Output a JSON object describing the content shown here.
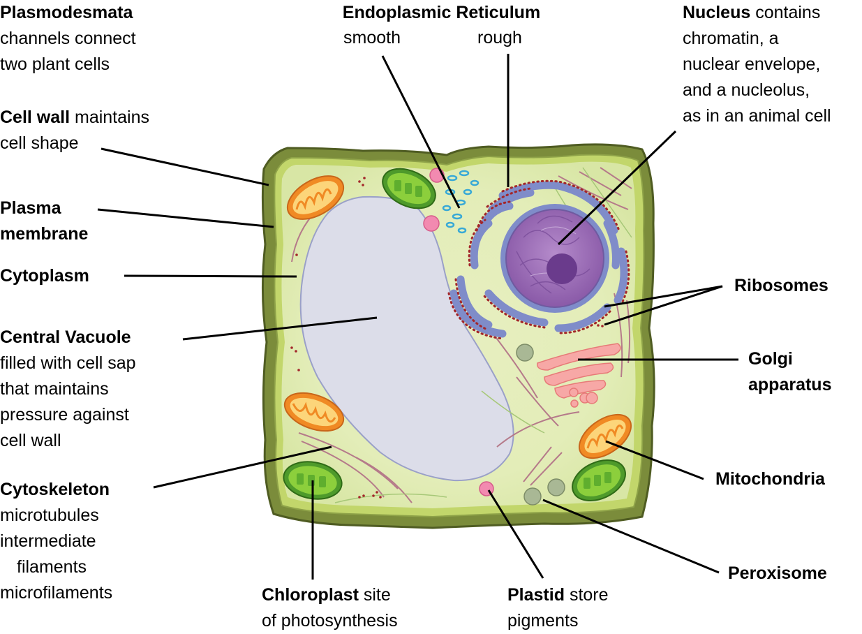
{
  "labels": {
    "plasmodesmata": {
      "title": "Plasmodesmata",
      "desc": [
        "channels connect",
        "two plant cells"
      ]
    },
    "cell_wall": {
      "title": "Cell wall",
      "inline": "maintains",
      "desc": [
        "cell shape"
      ]
    },
    "plasma_membrane": {
      "title": [
        "Plasma",
        "membrane"
      ]
    },
    "cytoplasm": {
      "title": "Cytoplasm"
    },
    "central_vacuole": {
      "title": "Central Vacuole",
      "desc": [
        "filled with cell sap",
        "that maintains",
        "pressure against",
        "cell wall"
      ]
    },
    "cytoskeleton": {
      "title": "Cytoskeleton",
      "desc": [
        "microtubules",
        "intermediate",
        "filaments",
        "microfilaments"
      ]
    },
    "er": {
      "title": "Endoplasmic Reticulum",
      "smooth": "smooth",
      "rough": "rough"
    },
    "nucleus": {
      "title": "Nucleus",
      "inline": "contains",
      "desc": [
        "chromatin, a",
        "nuclear envelope,",
        "and a nucleolus,",
        "as in an animal cell"
      ]
    },
    "ribosomes": {
      "title": "Ribosomes"
    },
    "golgi": {
      "title": [
        "Golgi",
        "apparatus"
      ]
    },
    "mitochondria": {
      "title": "Mitochondria"
    },
    "peroxisome": {
      "title": "Peroxisome"
    },
    "chloroplast": {
      "title": "Chloroplast",
      "inline": "site",
      "desc": [
        "of photosynthesis"
      ]
    },
    "plastid": {
      "title": "Plastid",
      "inline": "store",
      "desc": [
        "pigments"
      ]
    }
  },
  "colors": {
    "cell_wall": "#7b8c3b",
    "cell_wall_dark": "#4f5c22",
    "membrane": "#c2d66b",
    "cytoplasm": "#e6f0bc",
    "vacuole": "#dcdde9",
    "vacuole_edge": "#9aa0c8",
    "nucleus": "#9b6bb5",
    "nucleolus": "#6a3b8c",
    "rough_er": "#7f8cc9",
    "ribosome": "#a3262a",
    "smooth_er": "#39a9d6",
    "golgi": "#f7a8a6",
    "mitochondria_outer": "#f08a24",
    "mitochondria_inner": "#fcd57a",
    "chloroplast_outer": "#4e9a2b",
    "chloroplast_inner": "#8ccf3c",
    "plastid": "#f28ab0",
    "peroxisome": "#a9b895",
    "cytoskeleton": "#b57a8a",
    "leader": "#000000"
  }
}
